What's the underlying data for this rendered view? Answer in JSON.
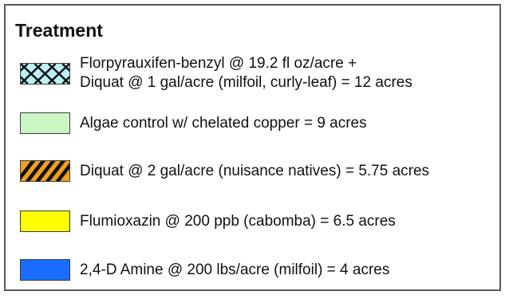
{
  "legend": {
    "title": "Treatment",
    "items": [
      {
        "line1": "Florpyrauxifen-benzyl @ 19.2 fl oz/acre +",
        "line2": "Diquat @ 1 gal/acre (milfoil, curly-leaf) = 12 acres",
        "fill": "#b8f0f4",
        "pattern": "cross-hatch",
        "pattern_color": "#111111"
      },
      {
        "line1": "Algae control w/ chelated copper = 9 acres",
        "fill": "#ccf5c4",
        "pattern": "solid"
      },
      {
        "line1": "Diquat @ 2 gal/acre (nuisance natives) = 5.75 acres",
        "fill": "#f0a020",
        "pattern": "diagonal-stripes",
        "pattern_color": "#111111"
      },
      {
        "line1": "Flumioxazin @ 200 ppb (cabomba) = 6.5 acres",
        "fill": "#ffff00",
        "pattern": "solid"
      },
      {
        "line1": "2,4-D Amine @ 200 lbs/acre (milfoil) = 4 acres",
        "fill": "#1a6cff",
        "pattern": "solid"
      }
    ]
  }
}
